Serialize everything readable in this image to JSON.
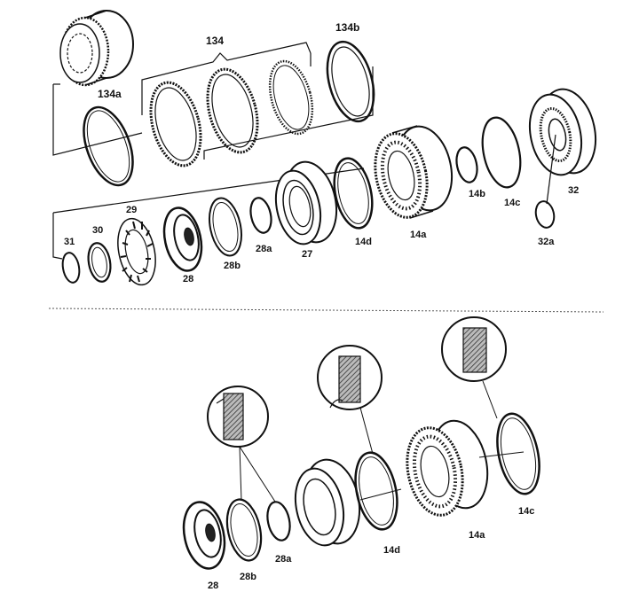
{
  "top_assembly": {
    "labels": {
      "l134": "134",
      "l134a": "134a",
      "l134b": "134b",
      "l29": "29",
      "l31": "31",
      "l30": "30",
      "l28": "28",
      "l28b": "28b",
      "l28a": "28a",
      "l27": "27",
      "l14d": "14d",
      "l14a": "14a",
      "l14b": "14b",
      "l14c": "14c",
      "l32": "32",
      "l32a": "32a"
    }
  },
  "detail_assembly": {
    "labels": {
      "l28": "28",
      "l28b": "28b",
      "l28a": "28a",
      "l14d": "14d",
      "l14a": "14a",
      "l14c": "14c"
    }
  }
}
